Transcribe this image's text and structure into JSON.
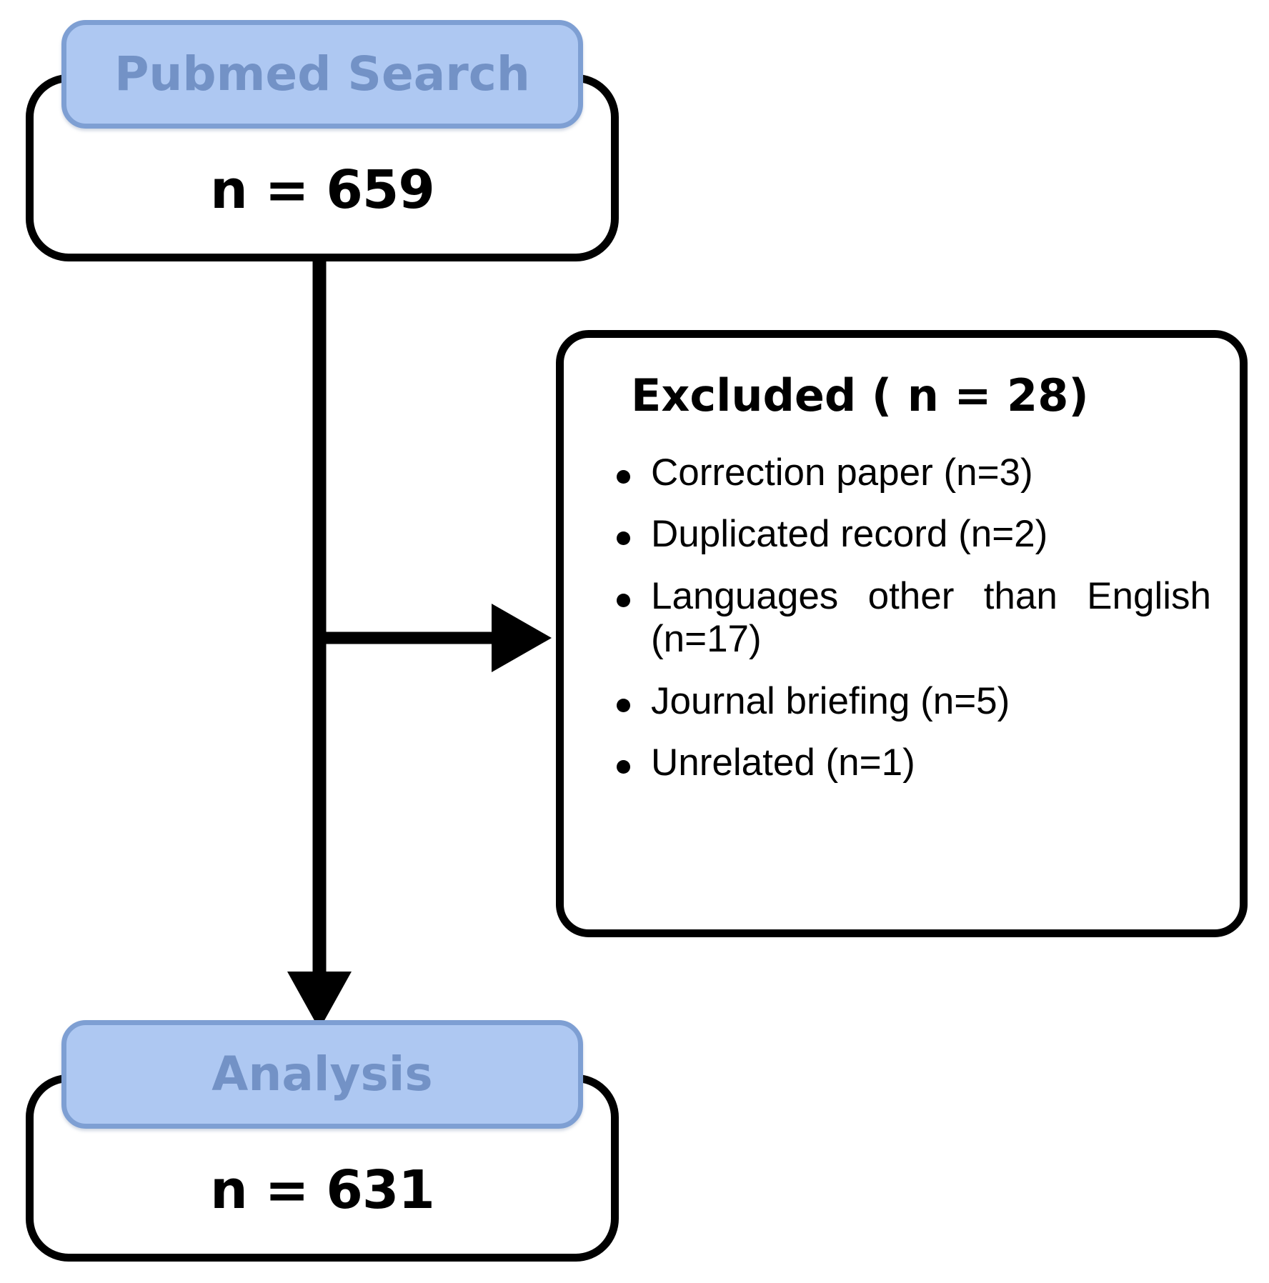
{
  "diagram": {
    "type": "prisma-flow-diagram",
    "colors": {
      "stroke": "#000000",
      "capsule_fill": "#aec8f2",
      "capsule_border": "#7e9fd3",
      "capsule_text": "#7392c6",
      "background": "#ffffff"
    }
  },
  "nodes": {
    "source": {
      "capsule_label": "Pubmed Search",
      "count_label": "n = 659",
      "count_value": 659
    },
    "excluded": {
      "title": "Excluded ( n = 28)",
      "count_value": 28,
      "items": [
        {
          "label": "Correction paper (n=3)",
          "reason": "Correction paper",
          "n": 3
        },
        {
          "label": "Duplicated record (n=2)",
          "reason": "Duplicated record",
          "n": 2
        },
        {
          "label": "Languages other than English (n=17)",
          "reason": "Languages other than English",
          "n": 17
        },
        {
          "label": "Journal briefing (n=5)",
          "reason": "Journal briefing",
          "n": 5
        },
        {
          "label": "Unrelated (n=1)",
          "reason": "Unrelated",
          "n": 1
        }
      ]
    },
    "result": {
      "capsule_label": "Analysis",
      "count_label": "n = 631",
      "count_value": 631
    }
  },
  "edges": [
    {
      "from": "source",
      "to": "result",
      "arrow": "down-arrow"
    },
    {
      "from": "source",
      "to": "excluded",
      "arrow": "right-arrow"
    }
  ]
}
